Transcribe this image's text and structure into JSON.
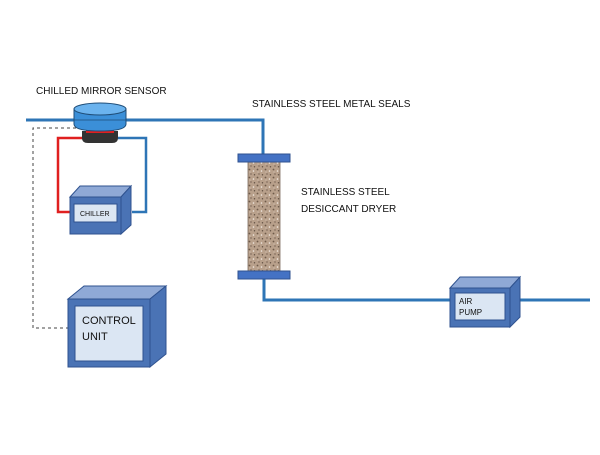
{
  "labels": {
    "sensor": "CHILLED MIRROR SENSOR",
    "seals": "STAINLESS STEEL METAL SEALS",
    "dryer_line1": "STAINLESS STEEL",
    "dryer_line2": "DESICCANT DRYER",
    "chiller": "CHILLER",
    "control_line1": "CONTROL",
    "control_line2": "UNIT",
    "pump_line1": "AIR",
    "pump_line2": "PUMP"
  },
  "colors": {
    "pipe": "#2e75b6",
    "box_front": "#c9d9ee",
    "box_side": "#4a73b5",
    "box_stroke": "#2f528f",
    "hot_line": "#e02020",
    "flange": "#4472c4",
    "desiccant": "#b59d88",
    "sensor_body": "#3b8fd8",
    "sensor_base": "#333333",
    "dashed": "#444444"
  },
  "icons": {
    "sensor": "chilled-mirror-sensor-icon",
    "dryer": "desiccant-column-icon"
  }
}
